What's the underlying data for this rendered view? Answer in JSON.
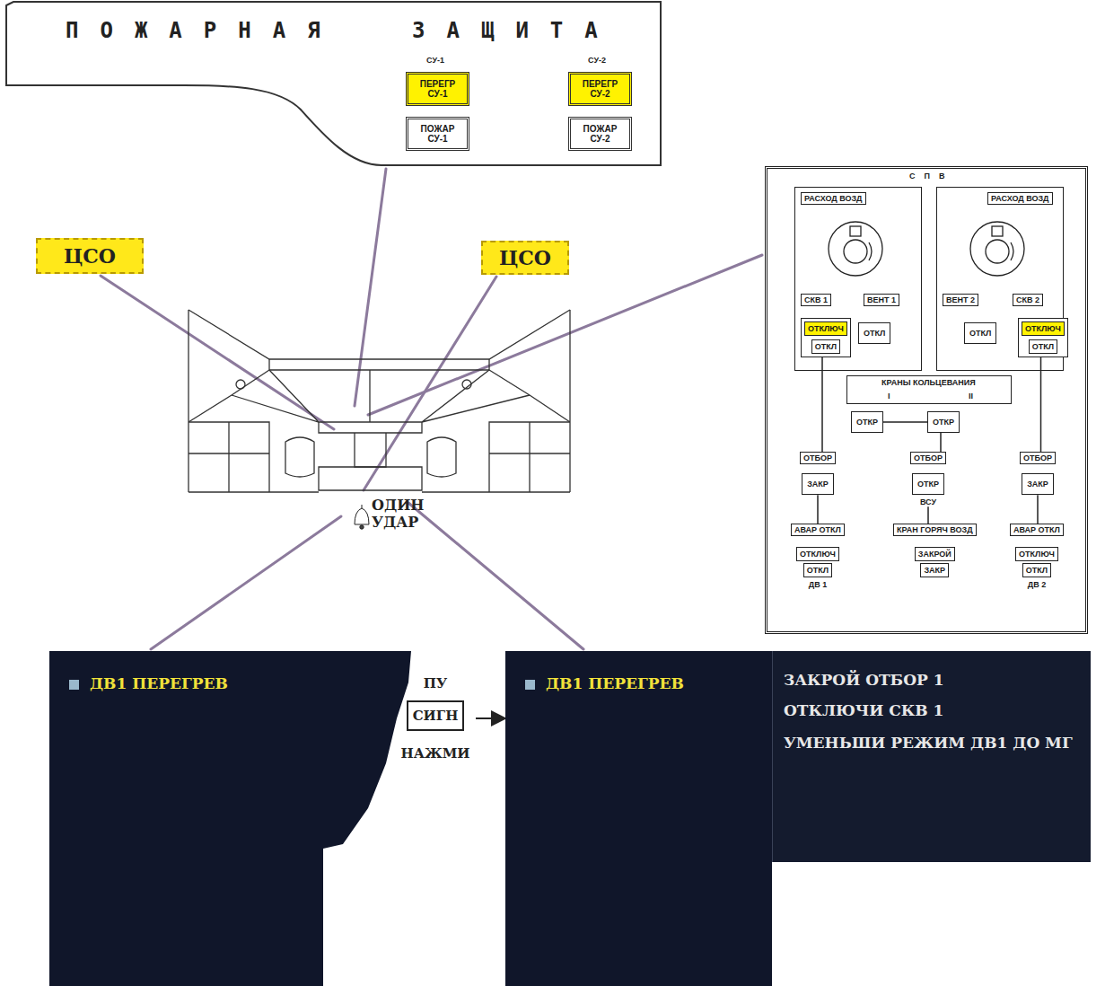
{
  "diagram": {
    "nodes": [
      {
        "text": [
          "ПОЖАРНАЯ ЗАЩИТА",
          "СУ-1",
          "СУ-2"
        ]
      },
      {
        "text": [
          "ПЕРЕГР СУ-1"
        ],
        "in": 0
      },
      {
        "text": [
          "ПОЖАР СУ-1"
        ],
        "in": 0
      },
      {
        "text": [
          "ПЕРЕГР СУ-2"
        ],
        "in": 0
      },
      {
        "text": [
          "ПОЖАР СУ-2"
        ],
        "in": 0
      },
      {
        "text": [
          "ЦСО"
        ]
      },
      {
        "text": [
          "ЦСО"
        ]
      },
      {
        "text": [
          "СПВ"
        ]
      },
      {
        "text": [
          "РАСХОД ВОЗД",
          "СКВ 1",
          "ВЕНТ 1"
        ],
        "in": 7
      },
      {
        "text": [
          "ОТКЛЮЧ",
          "ОТКЛ"
        ],
        "in": 8
      },
      {
        "text": [
          "ОТКЛ"
        ],
        "in": 8
      },
      {
        "text": [
          "РАСХОД ВОЗД",
          "ВЕНТ 2",
          "СКВ 2"
        ],
        "in": 7
      },
      {
        "text": [
          "ОТКЛ"
        ],
        "in": 11
      },
      {
        "text": [
          "ОТКЛЮЧ",
          "ОТКЛ"
        ],
        "in": 11
      },
      {
        "text": [
          "КРАНЫ КОЛЬЦЕВАНИЯ",
          "I",
          "II"
        ],
        "in": 7
      },
      {
        "text": [
          "ОТКР"
        ],
        "in": 7
      },
      {
        "text": [
          "ОТКР"
        ],
        "in": 7
      },
      {
        "text": [
          "ОТБОР",
          "ЗАКР"
        ],
        "in": 7
      },
      {
        "text": [
          "ОТБОР",
          "ОТКР",
          "ВСУ"
        ],
        "in": 7
      },
      {
        "text": [
          "ОТБОР",
          "ЗАКР"
        ],
        "in": 7
      },
      {
        "text": [
          "АВАР ОТКЛ",
          "ОТКЛЮЧ",
          "ОТКЛ",
          "ДВ 1"
        ],
        "in": 7
      },
      {
        "text": [
          "КРАН ГОРЯЧ ВОЗД",
          "ЗАКРОЙ",
          "ЗАКР"
        ],
        "in": 7
      },
      {
        "text": [
          "АВАР ОТКЛ",
          "ОТКЛЮЧ",
          "ОТКЛ",
          "ДВ 2"
        ],
        "in": 7
      },
      {
        "text": [
          "ДВ1 ПЕРЕГРЕВ"
        ]
      },
      {
        "text": [
          "ПУ",
          "СИГН",
          "НАЖМИ"
        ]
      },
      {
        "text": [
          "ДВ1 ПЕРЕГРЕВ"
        ]
      },
      {
        "text": [
          "ЗАКРОЙ ОТБОР 1",
          "ОТКЛЮЧИ СКВ 1",
          "УМЕНЬШИ РЕЖИМ ДВ1 ДО МГ"
        ]
      }
    ],
    "edges": [
      {
        "from": 9,
        "to": 17,
        "arrow": "none"
      },
      {
        "from": 13,
        "to": 19,
        "arrow": "none"
      },
      {
        "from": 15,
        "to": 16,
        "arrow": "none"
      },
      {
        "from": 16,
        "to": 18,
        "arrow": "none"
      },
      {
        "from": 17,
        "to": 20,
        "arrow": "none"
      },
      {
        "from": 18,
        "to": 21,
        "arrow": "none"
      },
      {
        "from": 19,
        "to": 22,
        "arrow": "none"
      },
      {
        "from": 24,
        "to": 25,
        "arrow": "to"
      }
    ],
    "labels": [
      "ОДИН УДАР"
    ]
  }
}
